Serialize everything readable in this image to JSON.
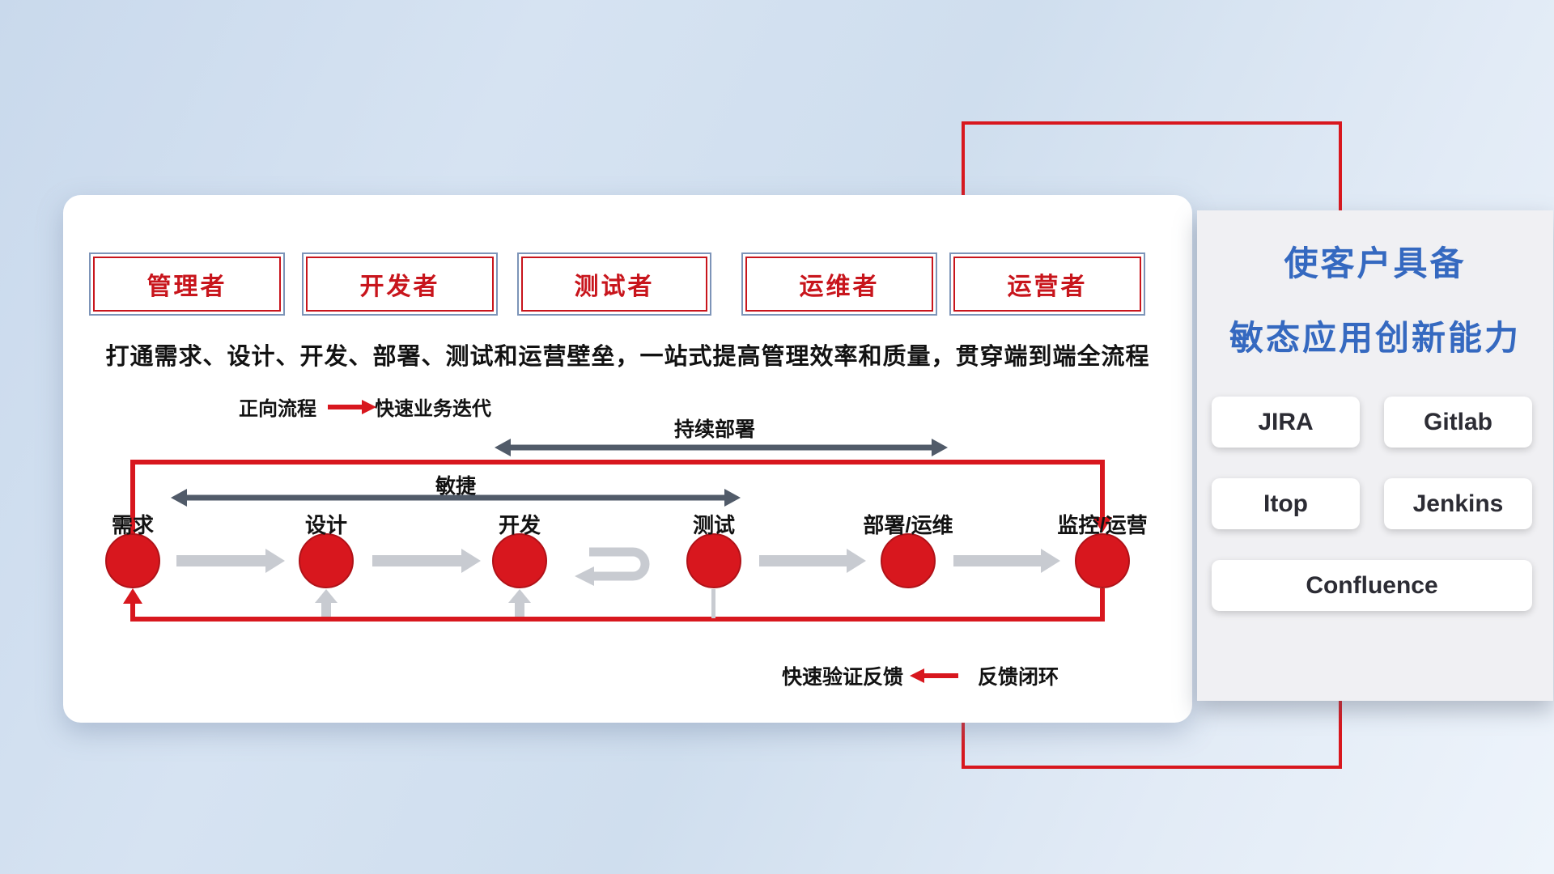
{
  "colors": {
    "red": "#d8171e",
    "title_blue": "#3569c0",
    "dark_arrow": "#515b69",
    "gray_arrow": "#c8cbd1",
    "box_border_blue": "#7d94b8",
    "text_dark": "#121212"
  },
  "roles": {
    "items": [
      "管理者",
      "开发者",
      "测试者",
      "运维者",
      "运营者"
    ]
  },
  "description": "打通需求、设计、开发、部署、测试和运营壁垒，一站式提高管理效率和质量，贯穿端到端全流程",
  "legend_forward": {
    "label": "正向流程",
    "value": "快速业务迭代"
  },
  "span_arrows": {
    "continuous_deploy": "持续部署",
    "agile": "敏捷"
  },
  "stages": {
    "items": [
      "需求",
      "设计",
      "开发",
      "测试",
      "部署/运维",
      "监控/运营"
    ]
  },
  "legend_feedback": {
    "label": "快速验证反馈",
    "value": "反馈闭环"
  },
  "right_panel": {
    "title_line1": "使客户具备",
    "title_line2": "敏态应用创新能力",
    "tools": [
      "JIRA",
      "Gitlab",
      "Itop",
      "Jenkins",
      "Confluence"
    ]
  }
}
